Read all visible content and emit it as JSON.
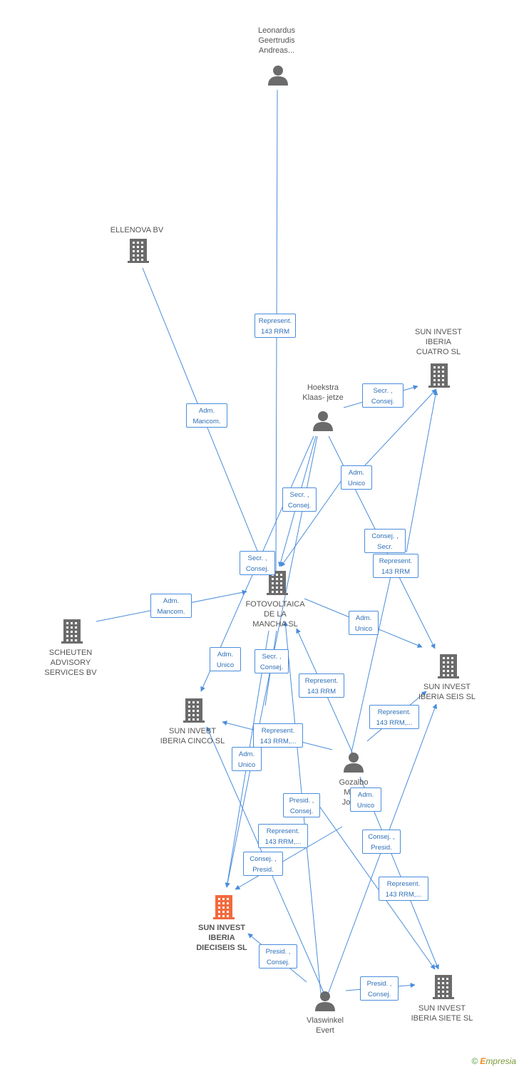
{
  "nodes": {
    "leonardus": {
      "label": "Leonardus\nGeertrudis\nAndreas...",
      "type": "person"
    },
    "ellenova": {
      "label": "ELLENOVA BV",
      "type": "company"
    },
    "hoekstra": {
      "label": "Hoekstra\nKlaas- jetze",
      "type": "person"
    },
    "cuatro": {
      "label": "SUN INVEST\nIBERIA\nCUATRO SL",
      "type": "company"
    },
    "fotovoltaica": {
      "label": "FOTOVOLTAICA\nDE LA\nMANCHA SL",
      "type": "company"
    },
    "scheuten": {
      "label": "SCHEUTEN\nADVISORY\nSERVICES BV",
      "type": "company"
    },
    "seis": {
      "label": "SUN INVEST\nIBERIA SEIS SL",
      "type": "company"
    },
    "cinco": {
      "label": "SUN INVEST\nIBERIA CINCO SL",
      "type": "company"
    },
    "gozalbo": {
      "label": "Gozalbo\nMoral\nJose...",
      "type": "person"
    },
    "dieciseis": {
      "label": "SUN INVEST\nIBERIA\nDIECISEIS SL",
      "type": "company",
      "focus": true
    },
    "vlaswinkel": {
      "label": "Vlaswinkel\nEvert",
      "type": "person"
    },
    "siete": {
      "label": "SUN INVEST\nIBERIA SIETE SL",
      "type": "company"
    }
  },
  "edge_labels": [
    {
      "id": "e1",
      "text": "Represent.\n143 RRM"
    },
    {
      "id": "e2",
      "text": "Adm.\nMancom."
    },
    {
      "id": "e3",
      "text": "Secr. ,\nConsej."
    },
    {
      "id": "e4",
      "text": "Adm.\nUnico"
    },
    {
      "id": "e5",
      "text": "Secr. ,\nConsej."
    },
    {
      "id": "e6",
      "text": "Secr. ,\nConsej."
    },
    {
      "id": "e7",
      "text": "Consej. ,\nSecr."
    },
    {
      "id": "e8",
      "text": "Represent.\n143 RRM"
    },
    {
      "id": "e9",
      "text": "Adm.\nMancom."
    },
    {
      "id": "e10",
      "text": "Adm.\nUnico"
    },
    {
      "id": "e11",
      "text": "Adm.\nUnico"
    },
    {
      "id": "e12",
      "text": "Secr. ,\nConsej."
    },
    {
      "id": "e13",
      "text": "Represent.\n143 RRM"
    },
    {
      "id": "e14",
      "text": "Represent.\n143 RRM,..."
    },
    {
      "id": "e15",
      "text": "Represent.\n143 RRM,..."
    },
    {
      "id": "e16",
      "text": "Adm.\nUnico"
    },
    {
      "id": "e17",
      "text": "Presid. ,\nConsej."
    },
    {
      "id": "e18",
      "text": "Adm.\nUnico"
    },
    {
      "id": "e19",
      "text": "Represent.\n143 RRM,..."
    },
    {
      "id": "e20",
      "text": "Consej. ,\nPresid."
    },
    {
      "id": "e21",
      "text": "Consej. ,\nPresid."
    },
    {
      "id": "e22",
      "text": "Represent.\n143 RRM,..."
    },
    {
      "id": "e23",
      "text": "Presid. ,\nConsej."
    },
    {
      "id": "e24",
      "text": "Presid. ,\nConsej."
    }
  ],
  "colors": {
    "edge": "#4a8ddb",
    "node": "#6b6b6b",
    "focus": "#f26a3d"
  },
  "brand": {
    "copyright": "©",
    "name_first": "E",
    "name_rest": "mpresia"
  }
}
